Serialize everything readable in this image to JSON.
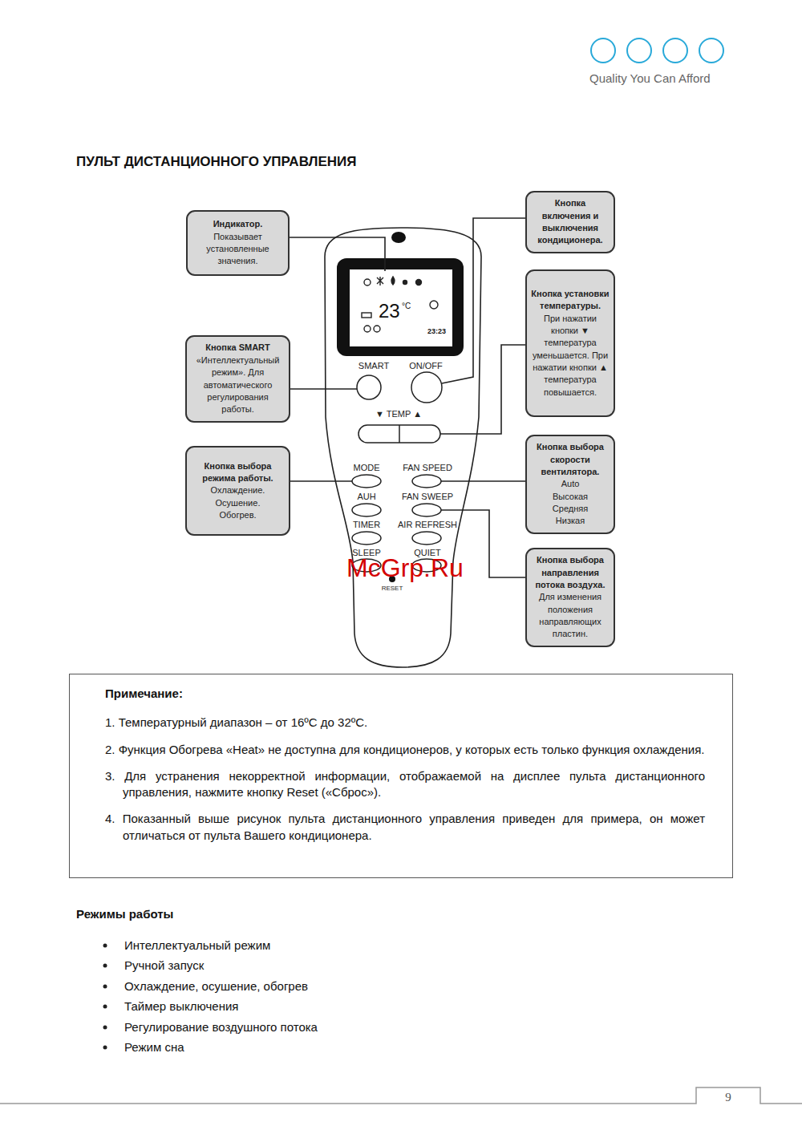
{
  "diagram": {
    "title": "ПУЛЬТ ДИСТАНЦИОННОГО УПРАВЛЕНИЯ",
    "nodes": [
      {
        "text": [
          "Кнопка включения и выключения кондиционера."
        ]
      },
      {
        "text": [
          "Индикатор.",
          "Показывает установленные значения."
        ]
      },
      {
        "text": [
          "Кнопка установки температуры.",
          "При нажатии кнопки ▼ температура уменьшается. При нажатии кнопки ▲ температура повышается."
        ]
      },
      {
        "text": [
          "Кнопка SMART",
          "«Интеллектуальный режим». Для автоматического регулирования работы."
        ]
      },
      {
        "text": [
          "Кнопка выбора скорости вентилятора.",
          "Auto",
          "Высокая",
          "Средняя",
          "Низкая"
        ]
      },
      {
        "text": [
          "Кнопка выбора режима работы.",
          "Охлаждение.",
          "Осушение.",
          "Обогрев."
        ]
      },
      {
        "text": [
          "Кнопка выбора направления потока воздуха.",
          "Для изменения положения направляющих пластин."
        ]
      },
      {
        "text": [
          "Примечание:",
          "1. Температурный диапазон – от 16ºC до 32ºC.",
          "2. Функция Обогрева «Heat» не доступна для кондиционеров, у которых есть только функция охлаждения.",
          "3. Для устранения некорректной информации, отображаемой на дисплее пульта дистанционного управления, нажмите кнопку Reset («Сброс»).",
          "4. Показанный выше рисунок пульта дистанционного управления приведен для примера, он может отличаться от пульта Вашего кондиционера."
        ]
      }
    ],
    "labels": [
      "Quality You Can Afford",
      "23",
      "°C",
      "23:23",
      "SMART",
      "ON/OFF",
      "▼ TEMP ▲",
      "MODE",
      "FAN SPEED",
      "AUH",
      "FAN SWEEP",
      "TIMER",
      "AIR REFRESH",
      "SLEEP",
      "QUIET",
      "RESET",
      "McGrp.Ru",
      "Режимы работы",
      "Интеллектуальный режим",
      "Ручной запуск",
      "Охлаждение, осушение, обогрев",
      "Таймер выключения",
      "Регулирование воздушного потока",
      "Режим сна",
      "9"
    ]
  }
}
